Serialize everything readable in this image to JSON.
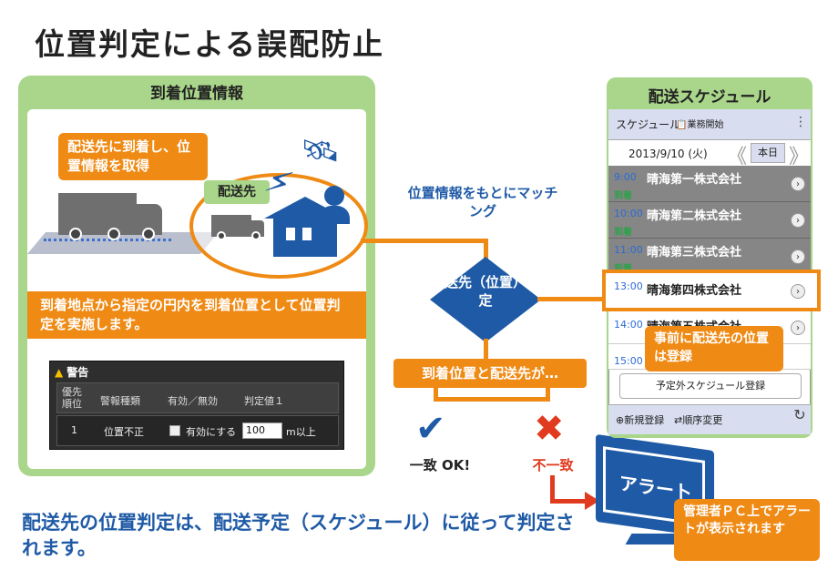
{
  "title": "位置判定による誤配防止",
  "left_panel": {
    "header": "到着位置情報",
    "callout_arrive": "配送先に到着し、位置情報を取得",
    "dest_label": "配送先",
    "judge_desc": "到着地点から指定の円内を到着位置として位置判定を実施します。",
    "alert": {
      "title": "警告",
      "columns": [
        "優先順位",
        "警報種類",
        "有効／無効",
        "判定値１"
      ],
      "row": {
        "priority": "1",
        "type": "位置不正",
        "enable_label": "有効にする",
        "value": "100",
        "unit": "m以上"
      }
    }
  },
  "center": {
    "match_label": "位置情報をもとにマッチング",
    "diamond": "配送先（位置）判定",
    "question": "到着位置と配送先が…",
    "ok": "一致 OK!",
    "ng": "不一致"
  },
  "monitor": {
    "screen_text": "アラート",
    "callout": "管理者ＰＣ上でアラートが表示されます"
  },
  "footer_text": "配送先の位置判定は、配送予定（スケジュール）に従って判定されます。",
  "right_panel": {
    "header": "配送スケジュール",
    "bar_title": "スケジュール",
    "bar_button": "業務開始",
    "bar_more": "⋮",
    "date": "2013/9/10 (火)",
    "today": "本日",
    "prev": "《",
    "next": "》",
    "rows": [
      {
        "time": "9:00",
        "name": "晴海第一株式会社",
        "status": "到着"
      },
      {
        "time": "10:00",
        "name": "晴海第二株式会社",
        "status": "到着"
      },
      {
        "time": "11:00",
        "name": "晴海第三株式会社",
        "status": "到着"
      },
      {
        "time": "13:00",
        "name": "晴海第四株式会社",
        "status": ""
      },
      {
        "time": "14:00",
        "name": "晴海第五株式会社",
        "status": ""
      },
      {
        "time": "15:00",
        "name": "",
        "status": ""
      }
    ],
    "pre_register_callout": "事前に配送先の位置は登録",
    "unscheduled_button": "予定外スケジュール登録",
    "footer_new": "新規登録",
    "footer_order": "順序変更"
  },
  "colors": {
    "green": "#a9d68a",
    "orange": "#ef8a14",
    "blue": "#1f5aa6",
    "red": "#e03b1f"
  }
}
